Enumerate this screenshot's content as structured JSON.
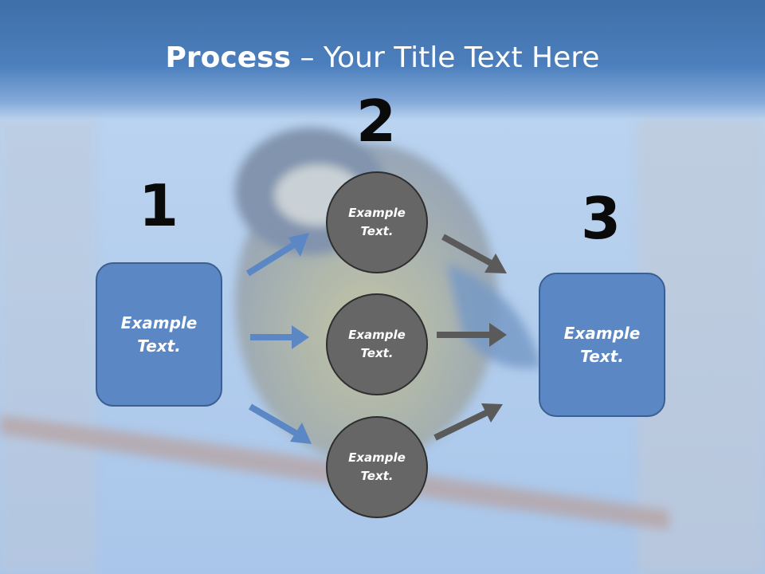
{
  "slide": {
    "title_bold": "Process",
    "title_rest": " – Your Title Text Here"
  },
  "steps": [
    {
      "number": "1",
      "box_text": "Example Text."
    },
    {
      "number": "2",
      "circle_texts": [
        "Example Text.",
        "Example Text.",
        "Example Text."
      ]
    },
    {
      "number": "3",
      "box_text": "Example Text."
    }
  ],
  "colors": {
    "title_band": "#4c7fbd",
    "box_fill": "#5b87c4",
    "circle_fill": "#666666",
    "blue_arrow": "#5b87c4",
    "gray_arrow": "#5a5a5a",
    "number_text": "#0a0a0a"
  },
  "background_image": "blurred bird on branch"
}
